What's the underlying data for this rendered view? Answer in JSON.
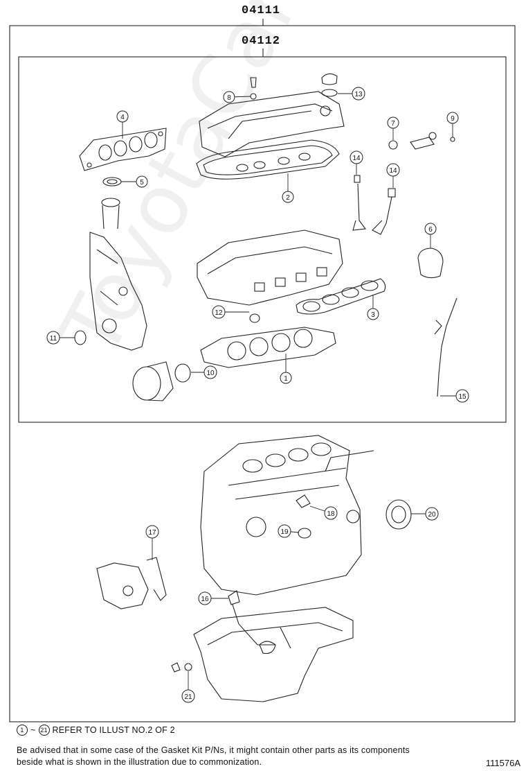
{
  "outer_kit_code": "04111",
  "inner_kit_code": "04112",
  "watermark": "ToyotaCarWire.ru",
  "callouts": [
    {
      "num": "1"
    },
    {
      "num": "2"
    },
    {
      "num": "3"
    },
    {
      "num": "4"
    },
    {
      "num": "5"
    },
    {
      "num": "6"
    },
    {
      "num": "7"
    },
    {
      "num": "8"
    },
    {
      "num": "9"
    },
    {
      "num": "10"
    },
    {
      "num": "11"
    },
    {
      "num": "12"
    },
    {
      "num": "13"
    },
    {
      "num": "14"
    },
    {
      "num": "14"
    },
    {
      "num": "15"
    },
    {
      "num": "16"
    },
    {
      "num": "17"
    },
    {
      "num": "18"
    },
    {
      "num": "19"
    },
    {
      "num": "20"
    },
    {
      "num": "21"
    }
  ],
  "footer": {
    "ref_start": "1",
    "ref_sep": "~",
    "ref_end": "21",
    "ref_text": "REFER TO ILLUST NO.2 OF 2",
    "advice": "Be advised that in some case of the Gasket Kit P/Ns,  it might contain other parts as its components beside what is shown in the illustration due to commonization.",
    "illustration_id": "111576A"
  }
}
